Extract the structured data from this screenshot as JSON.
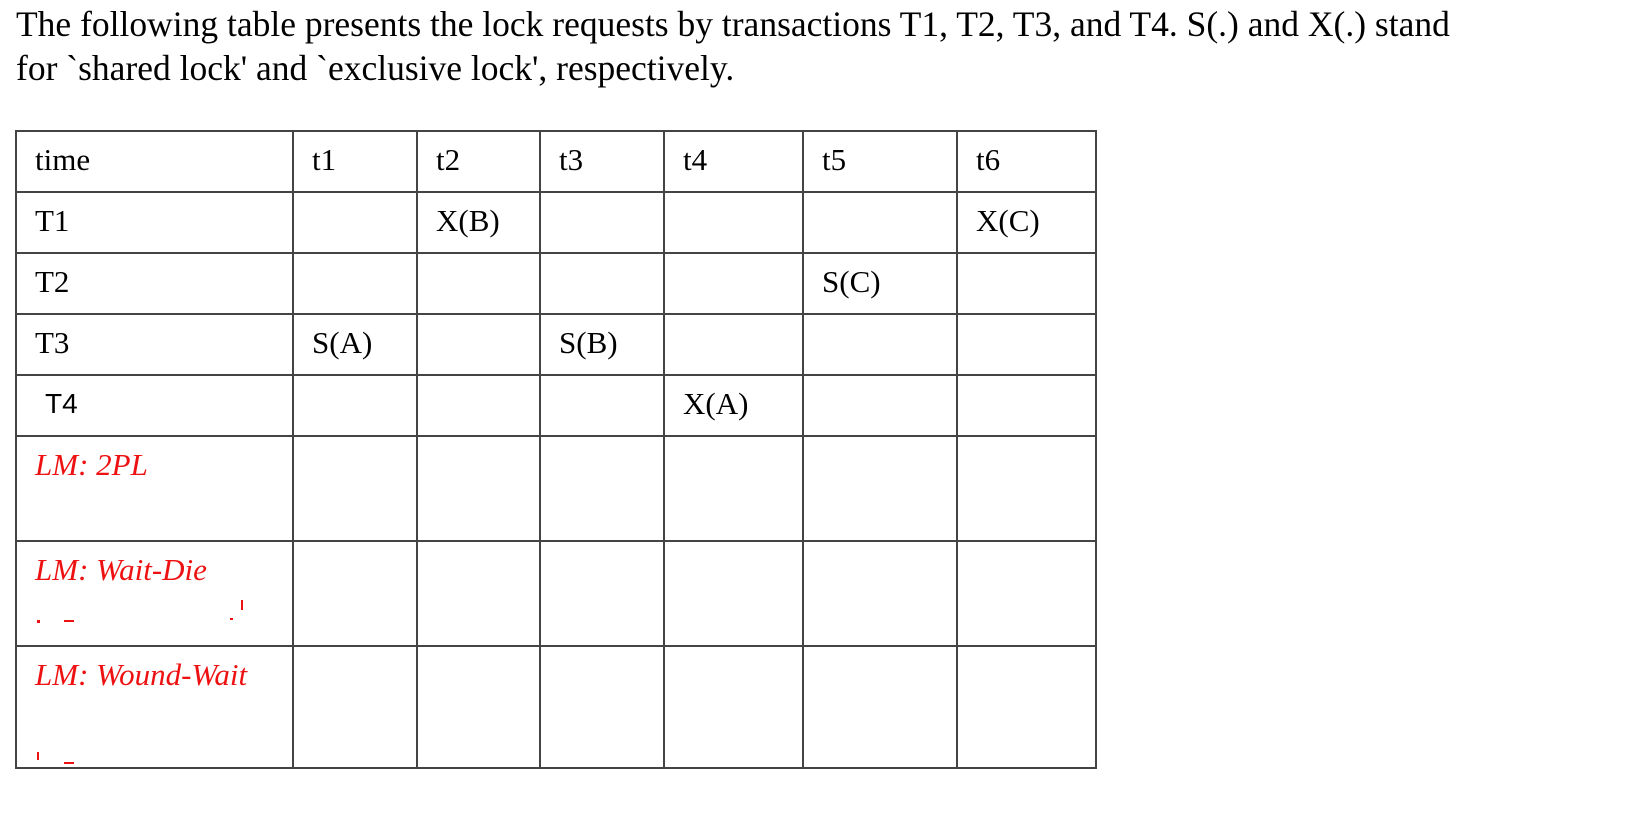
{
  "intro_line1": "The following table presents the lock requests by transactions T1, T2, T3, and T4. S(.) and X(.) stand",
  "intro_line2": "for `shared lock' and `exclusive lock', respectively.",
  "table": {
    "header": [
      "time",
      "t1",
      "t2",
      "t3",
      "t4",
      "t5",
      "t6"
    ],
    "rows": [
      {
        "label": "T1",
        "cells": [
          "",
          "X(B)",
          "",
          "",
          "",
          "X(C)"
        ]
      },
      {
        "label": "T2",
        "cells": [
          "",
          "",
          "",
          "",
          "S(C)",
          ""
        ]
      },
      {
        "label": "T3",
        "cells": [
          "S(A)",
          "",
          "S(B)",
          "",
          "",
          ""
        ]
      },
      {
        "label": "T4",
        "cells": [
          "",
          "",
          "",
          "X(A)",
          "",
          ""
        ]
      },
      {
        "label": "LM: 2PL",
        "cells": [
          "",
          "",
          "",
          "",
          "",
          ""
        ]
      },
      {
        "label": "LM: Wait-Die",
        "cells": [
          "",
          "",
          "",
          "",
          "",
          ""
        ]
      },
      {
        "label": "LM: Wound-Wait",
        "cells": [
          "",
          "",
          "",
          "",
          "",
          ""
        ]
      }
    ]
  },
  "colors": {
    "lock_manager_label": "#ee1111",
    "grid": "#444444"
  }
}
